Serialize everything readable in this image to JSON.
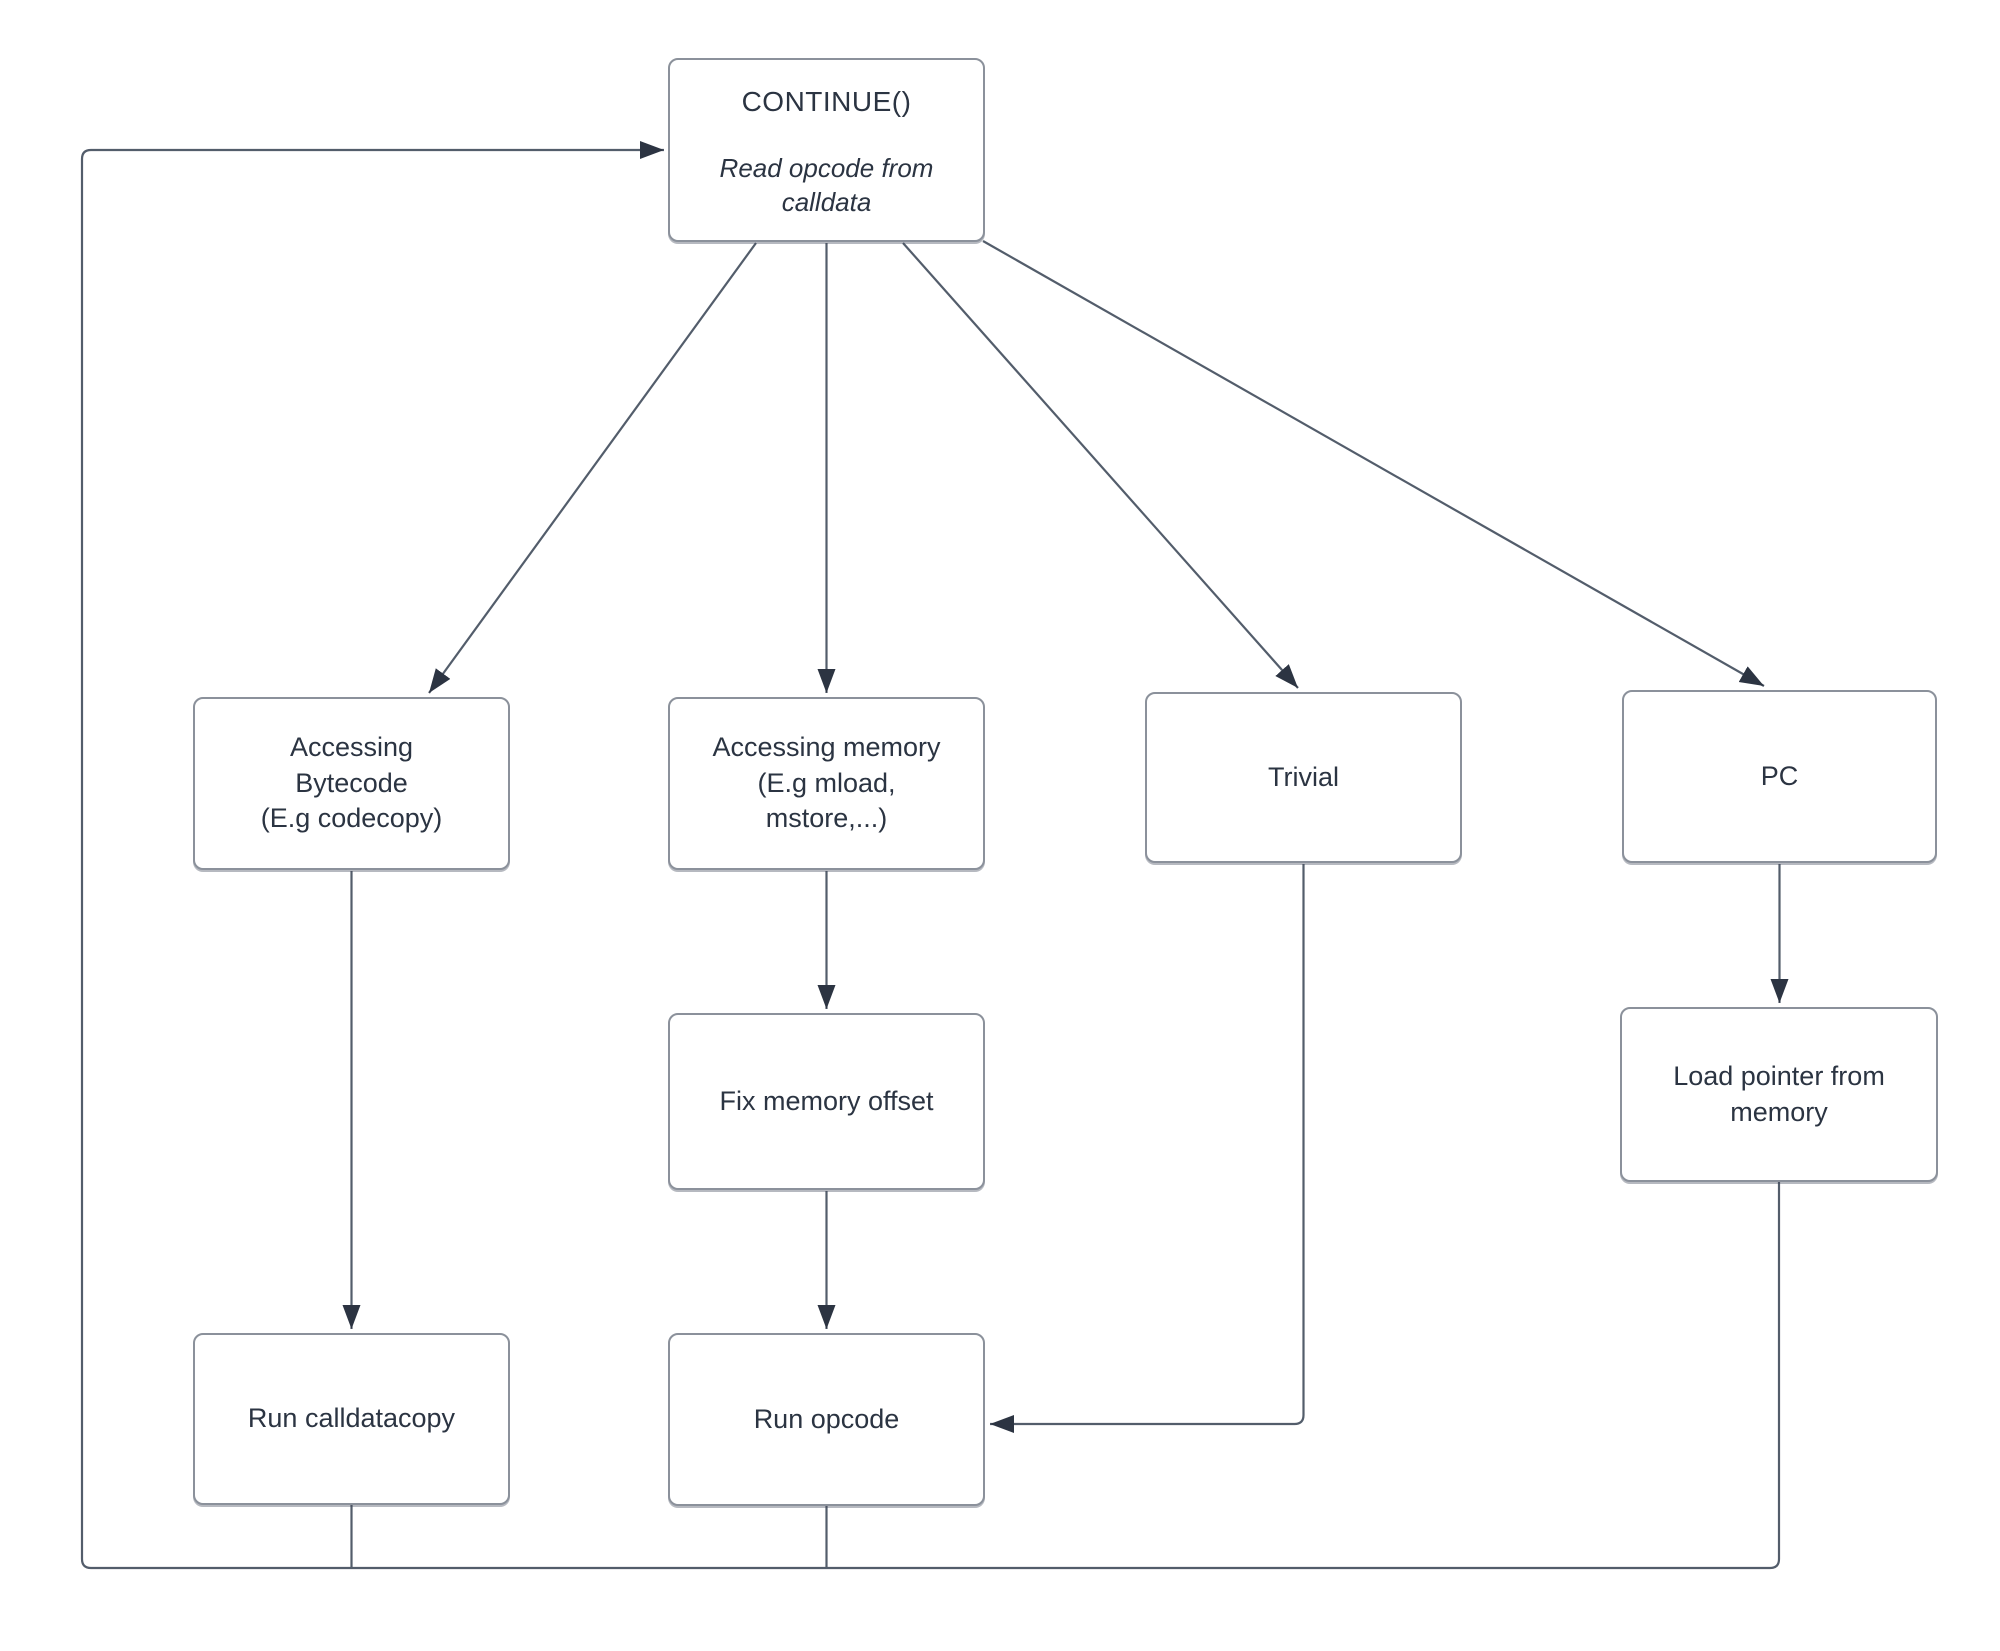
{
  "diagram": {
    "nodes": {
      "continue": {
        "title": "CONTINUE()",
        "subtitle": "Read opcode from calldata"
      },
      "accessing_bytecode": {
        "label": "Accessing\nBytecode\n(E.g codecopy)"
      },
      "accessing_memory": {
        "label": "Accessing memory\n(E.g mload,\nmstore,...)"
      },
      "trivial": {
        "label": "Trivial"
      },
      "pc": {
        "label": "PC"
      },
      "fix_memory_offset": {
        "label": "Fix memory offset"
      },
      "load_pointer": {
        "label": "Load pointer from\nmemory"
      },
      "run_calldatacopy": {
        "label": "Run calldatacopy"
      },
      "run_opcode": {
        "label": "Run opcode"
      }
    },
    "edges": [
      {
        "from": "continue",
        "to": "accessing_bytecode"
      },
      {
        "from": "continue",
        "to": "accessing_memory"
      },
      {
        "from": "continue",
        "to": "trivial"
      },
      {
        "from": "continue",
        "to": "pc"
      },
      {
        "from": "accessing_bytecode",
        "to": "run_calldatacopy"
      },
      {
        "from": "accessing_memory",
        "to": "fix_memory_offset"
      },
      {
        "from": "fix_memory_offset",
        "to": "run_opcode"
      },
      {
        "from": "trivial",
        "to": "run_opcode"
      },
      {
        "from": "pc",
        "to": "load_pointer"
      },
      {
        "from": "run_calldatacopy",
        "to": "continue"
      },
      {
        "from": "run_opcode",
        "to": "continue"
      },
      {
        "from": "load_pointer",
        "to": "continue"
      }
    ],
    "colors": {
      "line": "#535d6b",
      "arrowhead": "#2c3442",
      "box_border": "#8b919b",
      "text": "#2b3442",
      "background": "#ffffff"
    }
  }
}
